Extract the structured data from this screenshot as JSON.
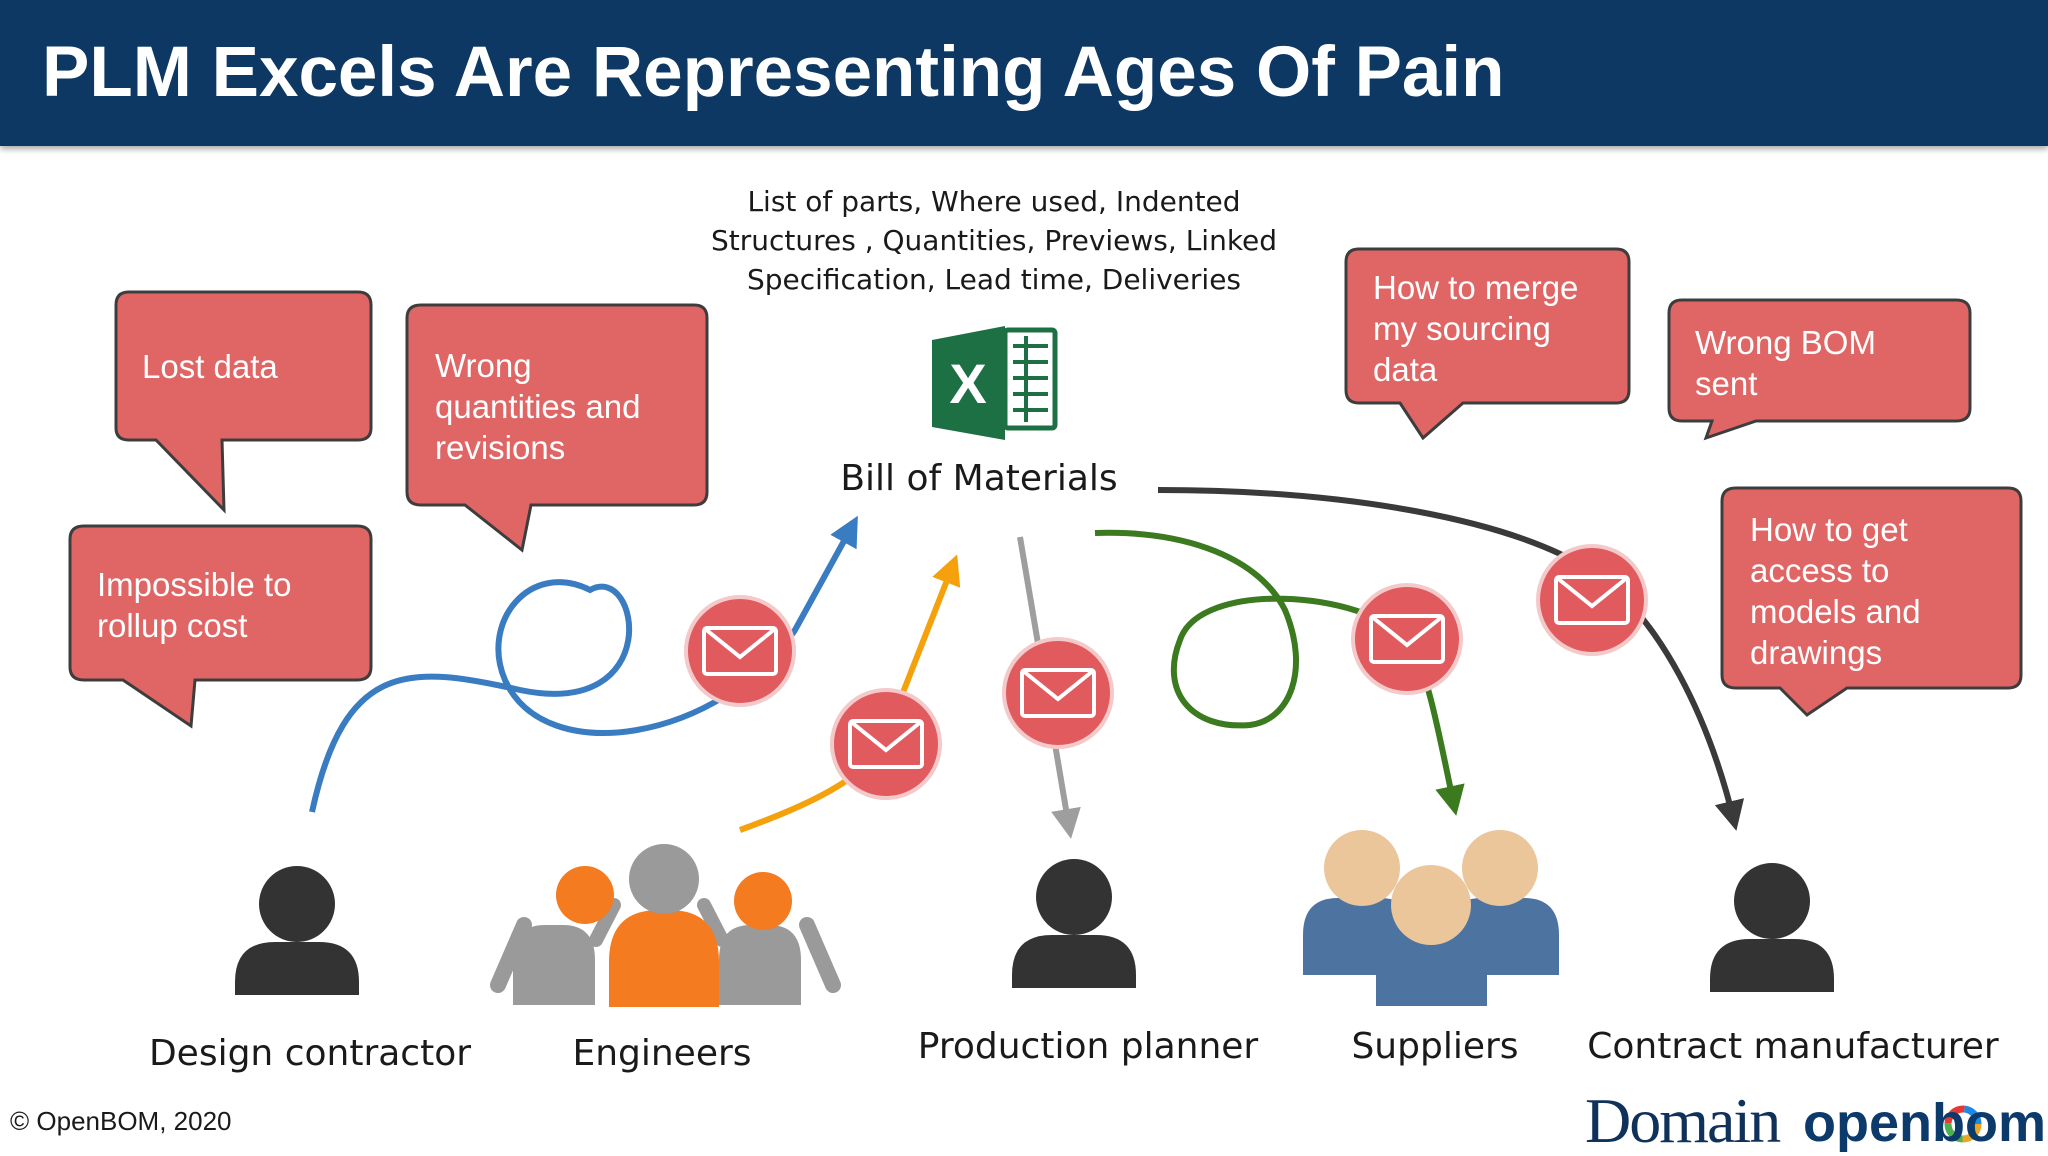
{
  "header": {
    "title": "PLM Excels Are Representing Ages Of Pain"
  },
  "center": {
    "description_lines": [
      "List of parts, Where used, Indented",
      "Structures , Quantities, Previews, Linked",
      "Specification, Lead time, Deliveries"
    ],
    "label": "Bill of Materials",
    "excel_icon": "excel-icon",
    "excel_letter": "X"
  },
  "pain_points": [
    {
      "lines": [
        "Lost data"
      ]
    },
    {
      "lines": [
        "Wrong",
        "quantities and",
        "revisions"
      ]
    },
    {
      "lines": [
        "Impossible to",
        "rollup cost"
      ]
    },
    {
      "lines": [
        "How to merge",
        "my sourcing",
        "data"
      ]
    },
    {
      "lines": [
        "Wrong BOM",
        "sent"
      ]
    },
    {
      "lines": [
        "How to get",
        "access to",
        "models and",
        "drawings"
      ]
    }
  ],
  "roles": [
    {
      "label": "Design contractor",
      "icon": "person-icon"
    },
    {
      "label": "Engineers",
      "icon": "group-icon"
    },
    {
      "label": "Production planner",
      "icon": "person-icon"
    },
    {
      "label": "Suppliers",
      "icon": "group-icon"
    },
    {
      "label": "Contract manufacturer",
      "icon": "person-icon"
    }
  ],
  "footer": {
    "copyright": "© OpenBOM, 2020",
    "logo_domain": "Domain",
    "logo_openbom": "openbom"
  },
  "colors": {
    "title_bar": "#0c3863",
    "bubble": "#e06666",
    "bubble_border": "#3d3d3d",
    "mail_circle": "#e05a5e",
    "design_arrow": "#3a7cc1",
    "engineers_arrow": "#f4a10b",
    "production_arrow": "#9e9e9e",
    "suppliers_arrow": "#3b7a1e",
    "contract_arrow": "#3a3a3a",
    "person_dark": "#333333",
    "engineer_orange": "#f47b20",
    "engineer_gray": "#9a9a9a",
    "supplier_skin": "#eac69a",
    "supplier_blue": "#4d74a1",
    "excel_green": "#1d7044"
  }
}
